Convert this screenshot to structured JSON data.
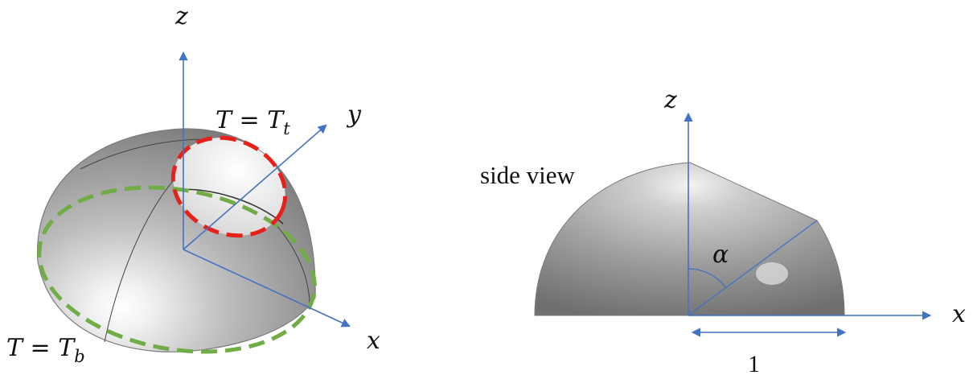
{
  "left_figure": {
    "axis_z": "z",
    "axis_y": "y",
    "axis_x": "x",
    "top_condition": "T = T",
    "top_condition_sub": "t",
    "bottom_condition": "T = T",
    "bottom_condition_sub": "b",
    "colors": {
      "axis": "#4472C4",
      "top_boundary": "#E8201A",
      "bottom_boundary": "#70AD47",
      "shell": "#a8a8a8"
    }
  },
  "right_figure": {
    "axis_z": "z",
    "axis_x": "x",
    "title": "side view",
    "angle_label": "α",
    "radius_label": "1"
  }
}
